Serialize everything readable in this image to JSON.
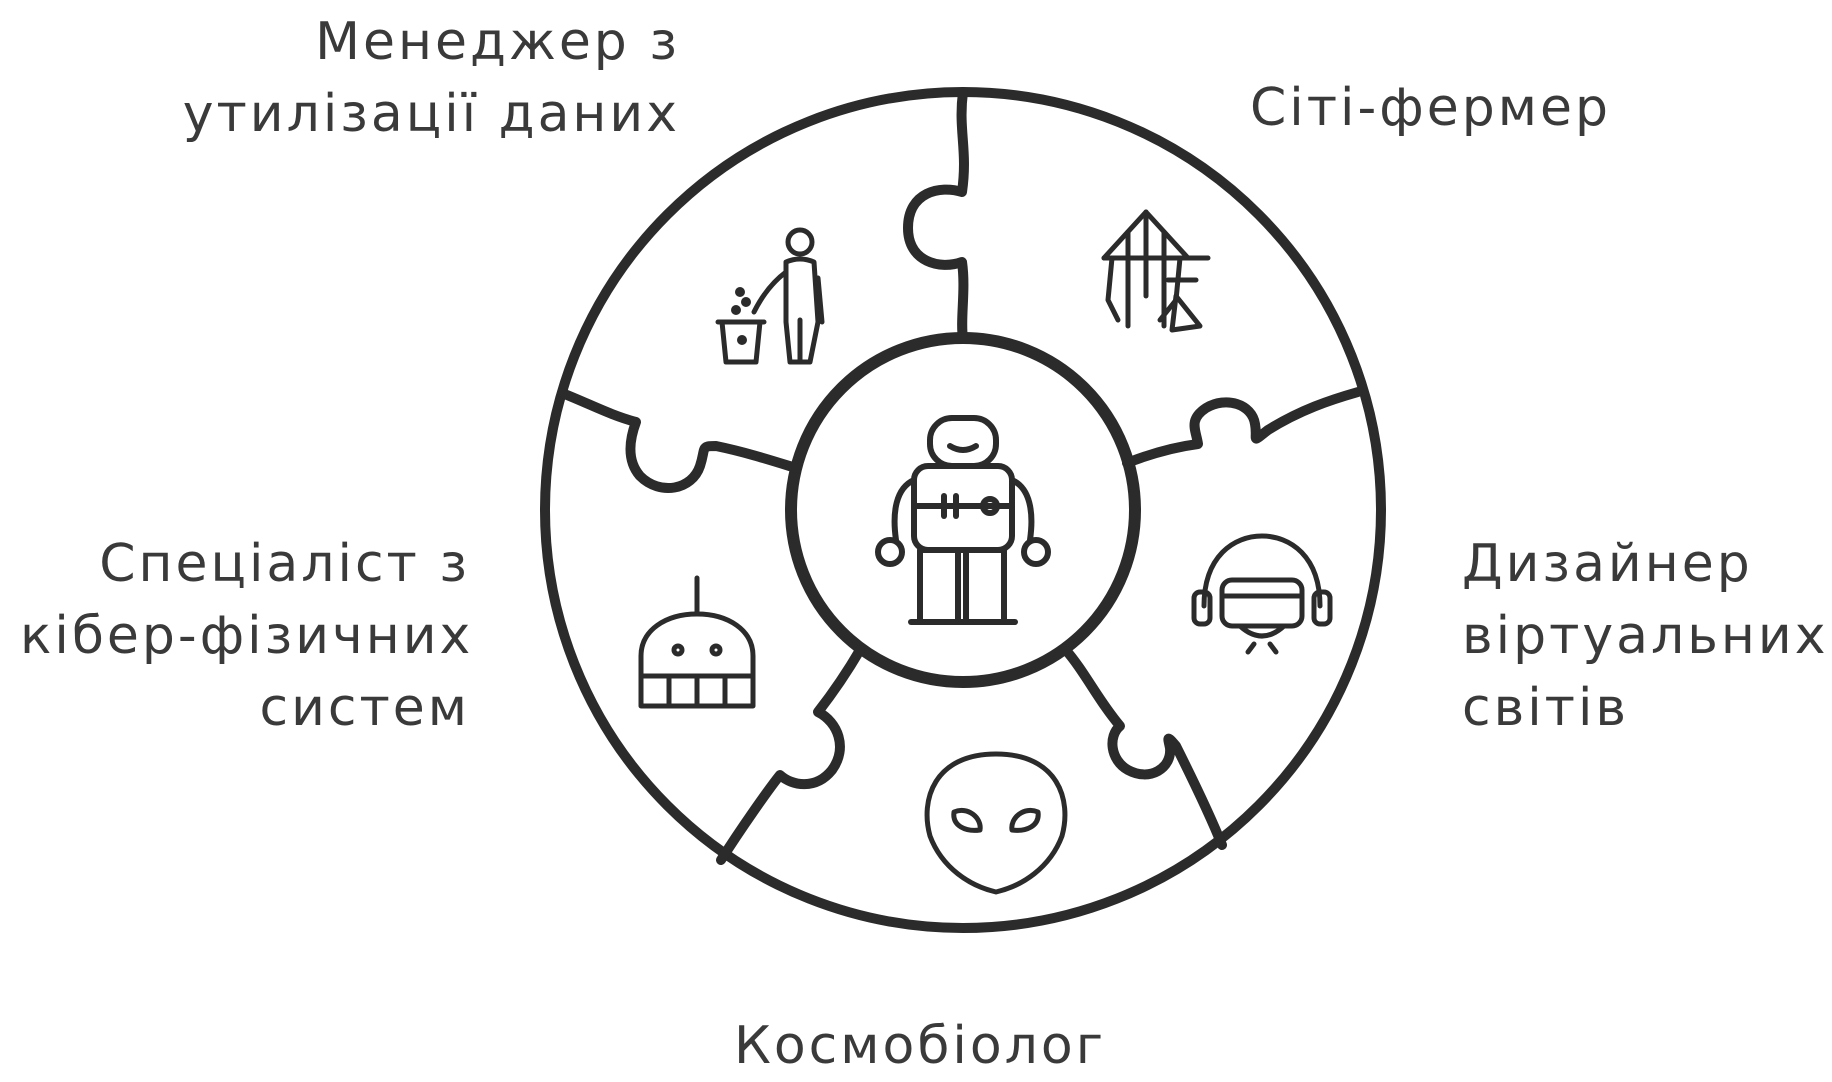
{
  "segments": [
    {
      "label_lines": [
        "Менеджер з",
        "утилізації даних"
      ],
      "icon": "trash-person-icon"
    },
    {
      "label_lines": [
        "Сіті-фермер"
      ],
      "icon": "city-farm-icon"
    },
    {
      "label_lines": [
        "Спеціаліст з",
        "кібер-фізичних",
        "систем"
      ],
      "icon": "robot-head-icon"
    },
    {
      "label_lines": [
        "Дизайнер",
        "віртуальних",
        "світів"
      ],
      "icon": "vr-headset-icon"
    },
    {
      "label_lines": [
        "Космобіолог"
      ],
      "icon": "alien-icon"
    }
  ],
  "center_icon": "robot-icon",
  "colors": {
    "line": "#2b2b2b",
    "text": "#3a3a3a",
    "background": "#ffffff"
  }
}
